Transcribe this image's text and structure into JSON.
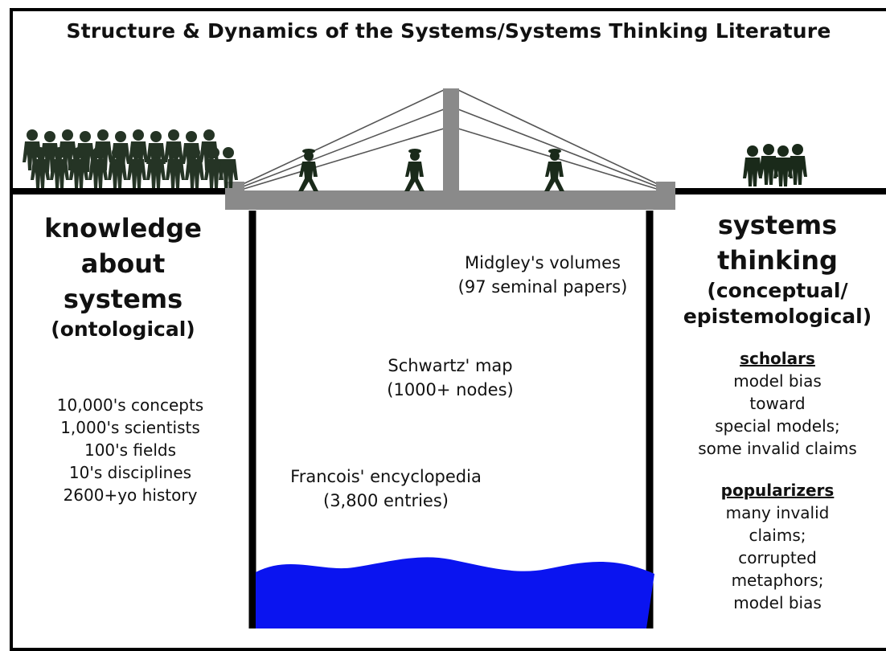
{
  "title": "Structure & Dynamics of the Systems/Systems Thinking Literature",
  "left": {
    "heading": [
      "knowledge",
      "about",
      "systems"
    ],
    "subheading": "(ontological)",
    "items": [
      "10,000's concepts",
      "1,000's scientists",
      "100's fields",
      "10's disciplines",
      "2600+yo history"
    ]
  },
  "middle": {
    "sources": [
      {
        "name": "Midgley's volumes",
        "detail": "(97 seminal papers)"
      },
      {
        "name": "Schwartz' map",
        "detail": "(1000+ nodes)"
      },
      {
        "name": "Francois' encyclopedia",
        "detail": "(3,800 entries)"
      }
    ]
  },
  "right": {
    "heading": [
      "systems",
      "thinking"
    ],
    "subheading": [
      "(conceptual/",
      "epistemological)"
    ],
    "groups": [
      {
        "label": "scholars",
        "lines": [
          "model bias",
          "toward",
          "special models;",
          "some invalid claims"
        ]
      },
      {
        "label": "popularizers",
        "lines": [
          "many invalid",
          "claims;",
          "corrupted",
          "metaphors;",
          "model bias"
        ]
      }
    ]
  },
  "colors": {
    "bridge": "#8a8a8a",
    "water": "#0a14f0",
    "figures": "#1a2a1a",
    "ink": "#000000"
  },
  "icons": {
    "crowd_left": "people-crowd-icon",
    "crowd_right": "people-group-icon",
    "walkers": "walking-person-icon",
    "water": "water-wave-icon"
  }
}
